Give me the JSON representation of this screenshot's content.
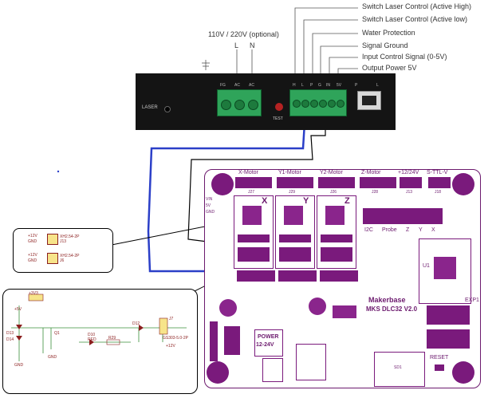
{
  "psu": {
    "voltage_label": "110V / 220V (optional)",
    "l_label": "L",
    "n_label": "N",
    "laser_label": "LASER",
    "test_label": "TEST",
    "terminal_labels": [
      "FG",
      "AC",
      "AC"
    ],
    "signal_terminal_labels": [
      "H",
      "L",
      "P",
      "G",
      "IN",
      "5V"
    ],
    "port_labels": [
      "P",
      "L"
    ]
  },
  "callouts": [
    "Switch Laser Control (Active High)",
    "Switch Laser Control (Active low)",
    "Water Protection",
    "Signal Ground",
    "Input Control Signal (0-5V)",
    "Output Power 5V"
  ],
  "board": {
    "motor_labels": [
      "X-Motor",
      "Y1-Motor",
      "Y2-Motor",
      "Z-Motor",
      "+12/24V",
      "S-TTL-V"
    ],
    "connector_ids": [
      "J27",
      "J29",
      "J26",
      "J28",
      "J13",
      "J18"
    ],
    "axis_labels": [
      "X",
      "Y",
      "Z"
    ],
    "brand": "Makerbase",
    "model": "MKS DLC32 V2.0",
    "power_label": "POWER",
    "power_voltage": "12-24V",
    "side_labels": [
      "I2C",
      "Probe",
      "Z",
      "Y",
      "X"
    ],
    "exp_label": "EXP1",
    "u1_label": "U1",
    "reset_label": "RESET",
    "sd_label": "SD1",
    "left_pins": [
      "VIN",
      "5V",
      "GND"
    ]
  },
  "schematic_small": {
    "rows": [
      {
        "pins": [
          "+12V",
          "GND"
        ],
        "part": "XH2.54-2P",
        "ref": "J13"
      },
      {
        "pins": [
          "+12V",
          "GND"
        ],
        "part": "XH2.54-2P",
        "ref": "J6"
      }
    ]
  },
  "schematic_large": {
    "labels": [
      "+3V3",
      "+5V",
      "D13",
      "D14",
      "GND",
      "Q1",
      "D10",
      "RED",
      "R29",
      "D12",
      "J7",
      "GS303-5.0-2P",
      "+12V",
      "GND"
    ]
  },
  "colors": {
    "wire_blue": "#2b3fc8",
    "wire_black": "#000000",
    "pcb_purple": "#7a1a7c",
    "terminal_green": "#2fa45a",
    "psu_body": "#141414"
  }
}
